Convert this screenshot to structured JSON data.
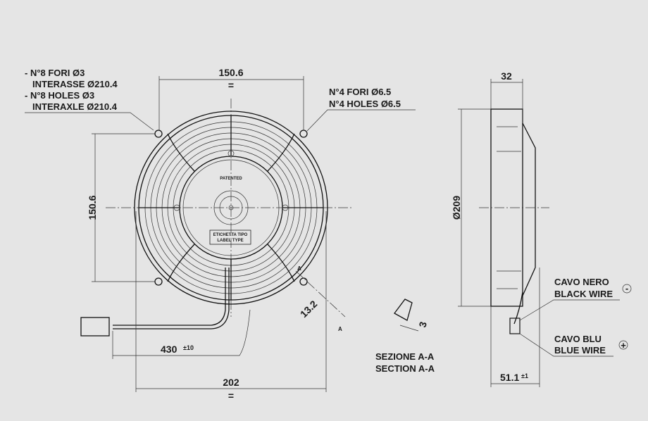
{
  "front_view": {
    "holes_note_it_1": "- N°8 FORI Ø3",
    "holes_note_it_2": "INTERASSE Ø210.4",
    "holes_note_en_1": "- N°8 HOLES Ø3",
    "holes_note_en_2": "INTERAXLE Ø210.4",
    "mount_note_it": "N°4 FORI Ø6.5",
    "mount_note_en": "N°4 HOLES Ø6.5",
    "dim_width_holes": "150.6",
    "dim_height_holes": "150.6",
    "dim_overall": "202",
    "dim_cable": "430",
    "dim_cable_tol": "±10",
    "dim_section": "13.2",
    "section_mark": "A",
    "hub_text": "PATENTED",
    "label_line1": "ETICHETTA TIPO",
    "label_line2": "LABEL TYPE",
    "equal_mark": "="
  },
  "section_view": {
    "dim": "3",
    "title_it": "SEZIONE A-A",
    "title_en": "SECTION A-A"
  },
  "side_view": {
    "dim_depth": "32",
    "dim_diameter": "Ø209",
    "dim_overall_depth": "51.1",
    "dim_overall_depth_tol": "±1",
    "black_wire_it": "CAVO NERO",
    "black_wire_en": "BLACK WIRE",
    "black_wire_polarity": "-",
    "blue_wire_it": "CAVO BLU",
    "blue_wire_en": "BLUE WIRE",
    "blue_wire_polarity": "+"
  }
}
